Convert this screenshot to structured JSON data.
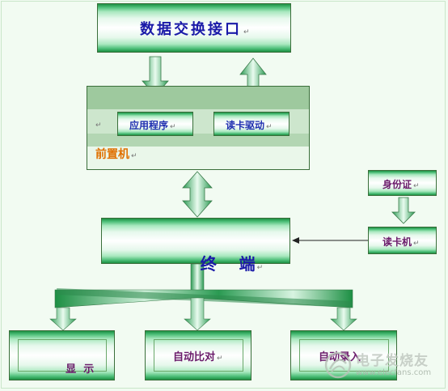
{
  "diagram": {
    "nodes": {
      "data_exchange": "数据交换接口",
      "front_machine": "前置机",
      "app_program": "应用程序",
      "reader_driver": "读卡驱动",
      "terminal": "终    端",
      "id_card": "身份证",
      "card_reader": "读卡机",
      "display": "显  示",
      "auto_compare": "自动比对",
      "auto_entry": "自动录入"
    },
    "para_mark": "↵"
  },
  "watermark": {
    "site": "www.elecfans.com",
    "brand": "电子发烧友"
  },
  "colors": {
    "title_blue": "#1a1aa8",
    "label_blue": "#2030b0",
    "front_orange": "#e07000",
    "label_purple": "#6a1a6a"
  }
}
